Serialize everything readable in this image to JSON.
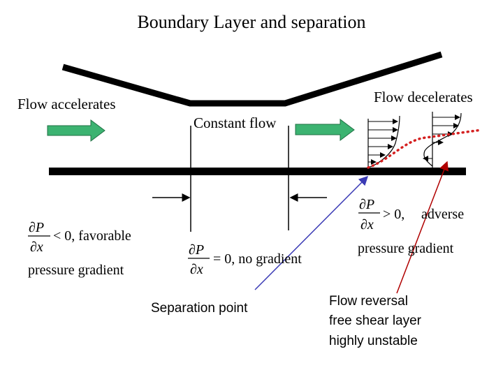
{
  "title": "Boundary Layer and separation",
  "labels": {
    "flow_accelerates": "Flow accelerates",
    "flow_decelerates": "Flow decelerates",
    "constant_flow": "Constant flow",
    "separation_point": "Separation point",
    "flow_reversal_1": "Flow reversal",
    "flow_reversal_2": "free shear layer",
    "flow_reversal_3": "highly unstable"
  },
  "equations": {
    "partial_p": "∂P",
    "partial_x": "∂x",
    "favorable_rel": "< 0, favorable",
    "favorable_line2": "pressure gradient",
    "zero_rel": "= 0, no gradient",
    "adverse_rel": "> 0,",
    "adverse_word": "adverse",
    "adverse_line2": "pressure gradient"
  },
  "colors": {
    "flow_arrow": "#3cb371",
    "flow_arrow_edge": "#1f6f43",
    "separation_line": "#3b3bb5",
    "reversal_line": "#b00000",
    "reversal_dots": "#d42020"
  }
}
